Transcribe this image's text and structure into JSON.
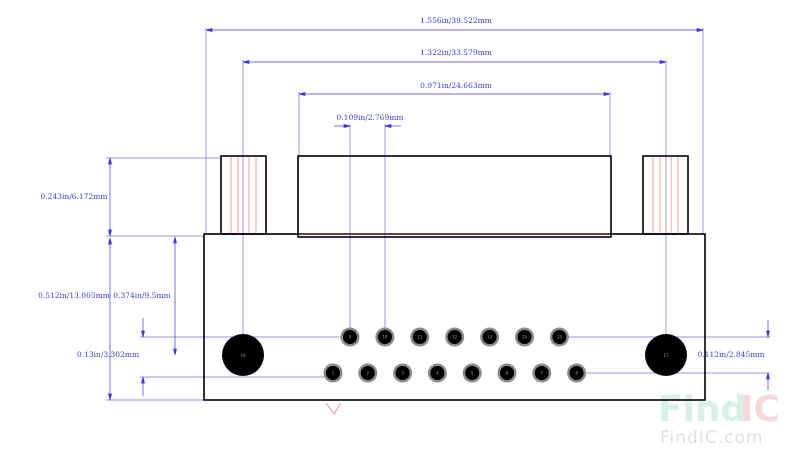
{
  "dimensions": {
    "overall_width": "1.556in/39.522mm",
    "mount_hole_spacing": "1.322in/33.579mm",
    "shell_width": "0.971in/24.663mm",
    "pin_pitch": "0.109in/2.769mm",
    "shell_height": "0.243in/6.172mm",
    "body_height": "0.512in/13.005mm",
    "pin_row_offset": "0.374in/9.5mm",
    "bottom_row_offset": "0.13in/3.302mm",
    "row_spacing": "0.112in/2.845mm"
  },
  "pins": {
    "top_row": [
      "9",
      "10",
      "11",
      "12",
      "13",
      "14",
      "15"
    ],
    "bottom_row": [
      "1",
      "2",
      "3",
      "4",
      "5",
      "6",
      "7",
      "8"
    ],
    "mount_left": "16",
    "mount_right": "17"
  },
  "watermark": {
    "logo": "FindIC",
    "url": "FindIC.com"
  },
  "colors": {
    "outline": "#000000",
    "dimension": "#3a3ad8",
    "centerline": "#d04040",
    "pin_ring": "#8a8a8a",
    "watermark_green": "#bfe6dc",
    "watermark_red": "#f2c9c9"
  }
}
